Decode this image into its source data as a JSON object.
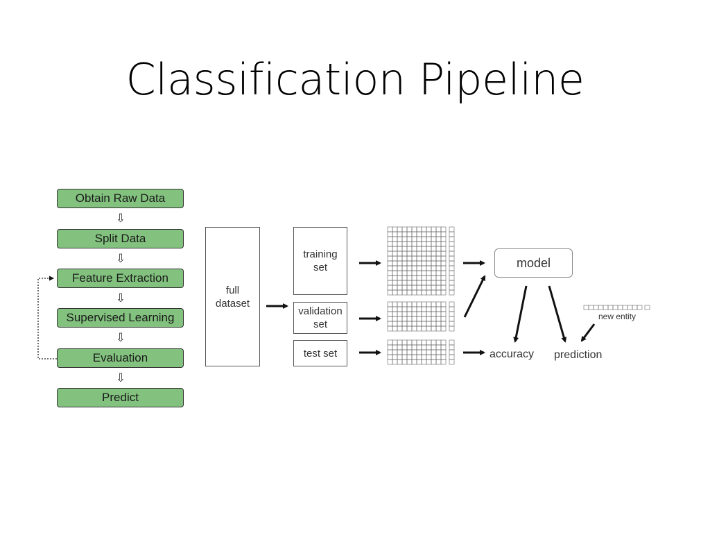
{
  "slide": {
    "title": "Classification Pipeline"
  },
  "pipeline": {
    "steps": [
      {
        "label": "Obtain Raw Data"
      },
      {
        "label": "Split Data"
      },
      {
        "label": "Feature Extraction"
      },
      {
        "label": "Supervised Learning"
      },
      {
        "label": "Evaluation"
      },
      {
        "label": "Predict"
      }
    ],
    "arrow_glyph": "⇩"
  },
  "diagram": {
    "full_dataset": "full\ndataset",
    "training_set": "training\nset",
    "validation_set": "validation\nset",
    "test_set": "test set",
    "model": "model",
    "accuracy": "accuracy",
    "prediction": "prediction",
    "new_entity": "new entity",
    "colors": {
      "step_fill": "#82c27e",
      "stroke": "#333333"
    }
  }
}
